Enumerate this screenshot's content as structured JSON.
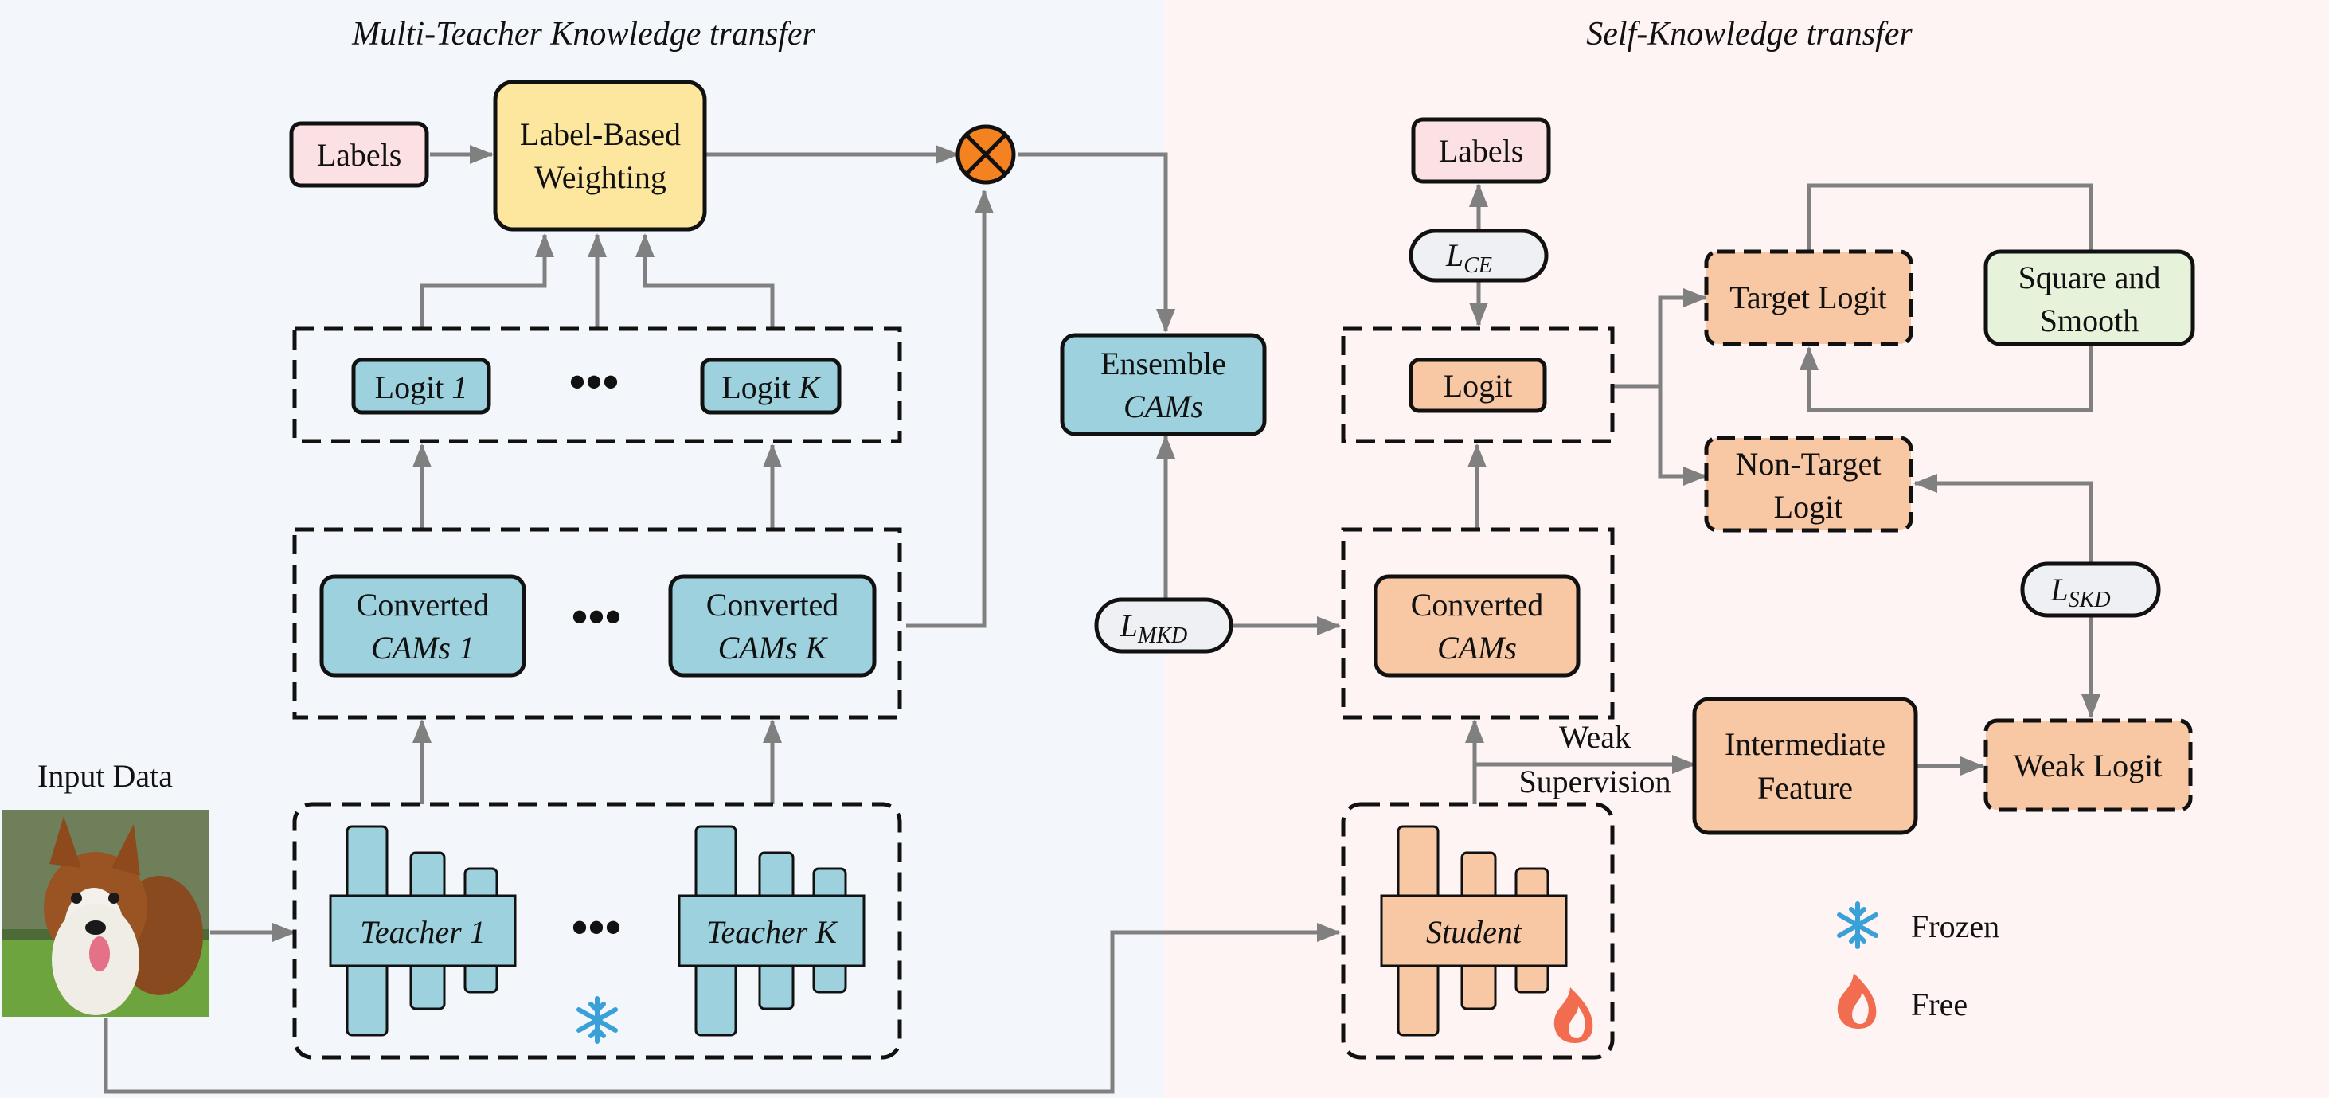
{
  "sections": {
    "left_title": "Multi-Teacher Knowledge transfer",
    "right_title": "Self-Knowledge transfer"
  },
  "colors": {
    "left_bg": "#f3f7fb",
    "right_bg": "#fdf4f3",
    "teacher_fill": "#9dd1de",
    "student_fill": "#f8c8a4",
    "label_fill": "#fbe1e3",
    "weighting_fill": "#fde79e",
    "smooth_fill": "#e6f3da",
    "loss_fill": "#eef0f3",
    "operator_fill": "#f58220",
    "arrow": "#808080",
    "frozen_icon": "#3aa0d8",
    "free_icon": "#f26c4f"
  },
  "left": {
    "labels": "Labels",
    "label_weighting": [
      "Label-Based",
      "Weighting"
    ],
    "logit_1": [
      "Logit ",
      "1"
    ],
    "logit_k": [
      "Logit ",
      "K"
    ],
    "converted_1": [
      "Converted",
      "CAMs 1"
    ],
    "converted_k": [
      "Converted",
      "CAMs K"
    ],
    "teacher_1": "Teacher 1",
    "teacher_k": "Teacher K",
    "input_data": "Input Data",
    "ellipsis": "•••"
  },
  "middle": {
    "ensemble": [
      "Ensemble",
      "CAMs"
    ],
    "l_mkd": {
      "base": "L",
      "sub": "MKD"
    }
  },
  "right": {
    "labels": "Labels",
    "l_ce": {
      "base": "L",
      "sub": "CE"
    },
    "logit": "Logit",
    "target_logit": "Target Logit",
    "non_target_logit": [
      "Non-Target",
      "Logit"
    ],
    "square_smooth": [
      "Square and",
      "Smooth"
    ],
    "l_skd": {
      "base": "L",
      "sub": "SKD"
    },
    "converted": [
      "Converted",
      "CAMs"
    ],
    "weak_supervision": [
      "Weak",
      "Supervision"
    ],
    "intermediate": [
      "Intermediate",
      "Feature"
    ],
    "weak_logit": "Weak Logit",
    "student": "Student"
  },
  "legend": {
    "frozen": "Frozen",
    "free": "Free",
    "frozen_icon": "snowflake-icon",
    "free_icon": "flame-icon"
  }
}
